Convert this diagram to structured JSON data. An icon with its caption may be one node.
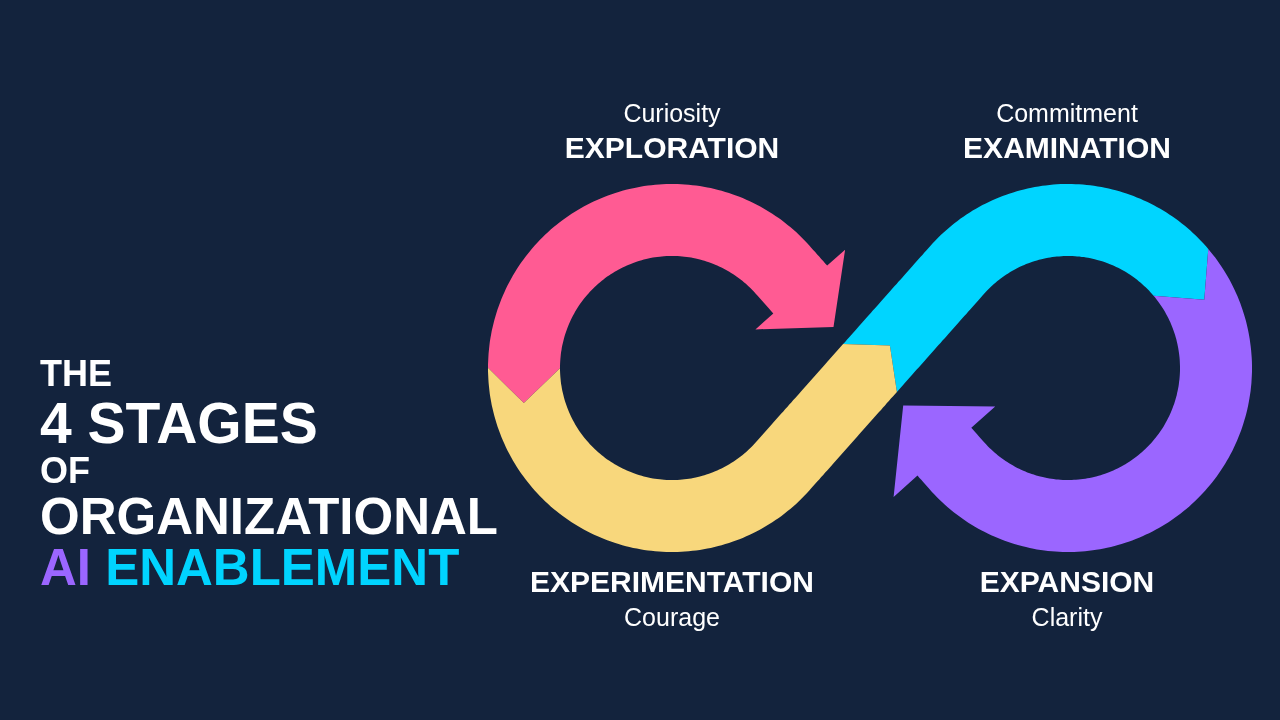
{
  "diagram": {
    "title": "THE 4 STAGES OF ORGANIZATIONAL AI ENABLEMENT",
    "nodes": [
      {
        "text": [
          "Curiosity",
          "EXPLORATION"
        ]
      },
      {
        "text": [
          "Commitment",
          "EXAMINATION"
        ]
      },
      {
        "text": [
          "EXPERIMENTATION",
          "Courage"
        ]
      },
      {
        "text": [
          "EXPANSION",
          "Clarity"
        ]
      }
    ]
  }
}
